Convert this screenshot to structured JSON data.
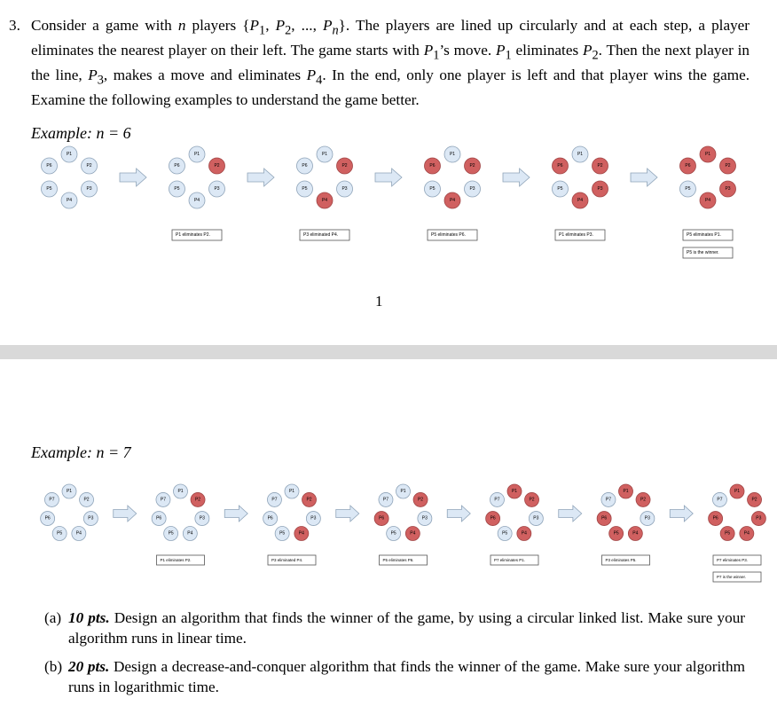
{
  "problem": {
    "number": "3.",
    "text_html": "Consider a game with <i>n</i> players {<i>P</i><sub>1</sub>, <i>P</i><sub>2</sub>, ..., <i>P<sub>n</sub></i>}. The players are lined up circularly and at each step, a player eliminates the nearest player on their left. The game starts with <i>P</i><sub>1</sub>’s move. <i>P</i><sub>1</sub> eliminates <i>P</i><sub>2</sub>. Then the next player in the line, <i>P</i><sub>3</sub>, makes a move and eliminates <i>P</i><sub>4</sub>. In the end, only one player is left and that player wins the game. Examine the following examples to understand the game better."
  },
  "examples": [
    {
      "label": "Example: n = 6",
      "n": 6,
      "player_labels": [
        "P1",
        "P2",
        "P3",
        "P4",
        "P5",
        "P6"
      ],
      "states": [
        {
          "eliminated": [],
          "caption": "",
          "extra_caption": ""
        },
        {
          "eliminated": [
            "P2"
          ],
          "caption": "P1 eliminates P2.",
          "extra_caption": ""
        },
        {
          "eliminated": [
            "P2",
            "P4"
          ],
          "caption": "P3 eliminated P4.",
          "extra_caption": ""
        },
        {
          "eliminated": [
            "P2",
            "P4",
            "P6"
          ],
          "caption": "P5 eliminates P6.",
          "extra_caption": ""
        },
        {
          "eliminated": [
            "P2",
            "P4",
            "P6",
            "P3"
          ],
          "caption": "P1 eliminates P3.",
          "extra_caption": ""
        },
        {
          "eliminated": [
            "P2",
            "P4",
            "P6",
            "P3",
            "P1"
          ],
          "caption": "P5 eliminates P1.",
          "extra_caption": "P5 is the winner."
        }
      ]
    },
    {
      "label": "Example: n = 7",
      "n": 7,
      "player_labels": [
        "P1",
        "P2",
        "P3",
        "P4",
        "P5",
        "P6",
        "P7"
      ],
      "states": [
        {
          "eliminated": [],
          "caption": "",
          "extra_caption": ""
        },
        {
          "eliminated": [
            "P2"
          ],
          "caption": "P1 eliminates P2.",
          "extra_caption": ""
        },
        {
          "eliminated": [
            "P2",
            "P4"
          ],
          "caption": "P3 eliminated P4.",
          "extra_caption": ""
        },
        {
          "eliminated": [
            "P2",
            "P4",
            "P6"
          ],
          "caption": "P5 eliminates P6.",
          "extra_caption": ""
        },
        {
          "eliminated": [
            "P2",
            "P4",
            "P6",
            "P1"
          ],
          "caption": "P7 eliminates P1.",
          "extra_caption": ""
        },
        {
          "eliminated": [
            "P2",
            "P4",
            "P6",
            "P1",
            "P5"
          ],
          "caption": "P3 eliminates P5.",
          "extra_caption": ""
        },
        {
          "eliminated": [
            "P2",
            "P4",
            "P6",
            "P1",
            "P5",
            "P3"
          ],
          "caption": "P7 eliminates P3.",
          "extra_caption": "P7 is the winner."
        }
      ]
    }
  ],
  "page_number": "1",
  "parts": [
    {
      "label": "(a)",
      "points": "10 pts.",
      "text": "Design an algorithm that finds the winner of the game, by using a circular linked list. Make sure your algorithm runs in linear time."
    },
    {
      "label": "(b)",
      "points": "20 pts.",
      "text": "Design a decrease-and-conquer algorithm that finds the winner of the game. Make sure your algorithm runs in logarithmic time."
    }
  ],
  "colors": {
    "alive_fill": "#dce8f5",
    "alive_stroke": "#8ea3b8",
    "eliminated_fill": "#d06060",
    "eliminated_stroke": "#a04444",
    "arrow_fill": "#dce8f5",
    "arrow_stroke": "#8ea3b8",
    "caption_stroke": "#555555"
  }
}
